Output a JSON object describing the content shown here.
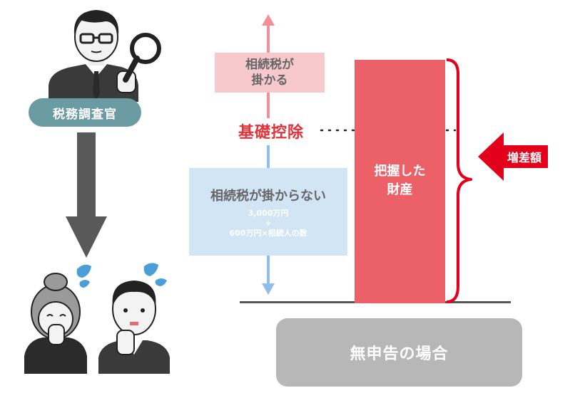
{
  "inspector": {
    "label": "税務調査官"
  },
  "taxed": {
    "line1": "相続税が",
    "line2": "掛かる"
  },
  "deduction": {
    "label": "基礎控除"
  },
  "untaxed": {
    "main": "相続税が掛からない",
    "sub1": "3,000万円",
    "sub2": "+",
    "sub3": "600万円×相続人の数"
  },
  "property": {
    "line1": "把握した",
    "line2": "財産"
  },
  "increase": {
    "label": "増差額"
  },
  "case_label": "無申告の場合",
  "colors": {
    "inspector_badge": "#6a9ba3",
    "taxed_box": "#f7c9cd",
    "untaxed_box": "#d1e5f4",
    "property_bar": "#ec6068",
    "deduction_text": "#e53238",
    "increase_badge": "#e2001a",
    "case_box": "#b7b7b7",
    "down_arrow": "#595959"
  },
  "icons": [
    "tax-inspector-icon",
    "magnifier-icon",
    "worried-heirs-icon",
    "sweat-drop-icon"
  ]
}
